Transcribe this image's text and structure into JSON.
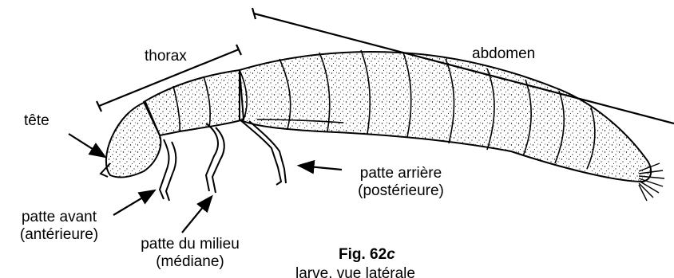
{
  "labels": {
    "thorax": "thorax",
    "abdomen": "abdomen",
    "tete": "tête",
    "patte_arriere_1": "patte arrière",
    "patte_arriere_2": "(postérieure)",
    "patte_avant_1": "patte avant",
    "patte_avant_2": "(antérieure)",
    "patte_milieu_1": "patte du milieu",
    "patte_milieu_2": "(médiane)"
  },
  "figure": {
    "number": "Fig. 62",
    "letter": "c",
    "caption": "larve, vue latérale"
  },
  "colors": {
    "ink": "#000000",
    "background": "#ffffff"
  }
}
